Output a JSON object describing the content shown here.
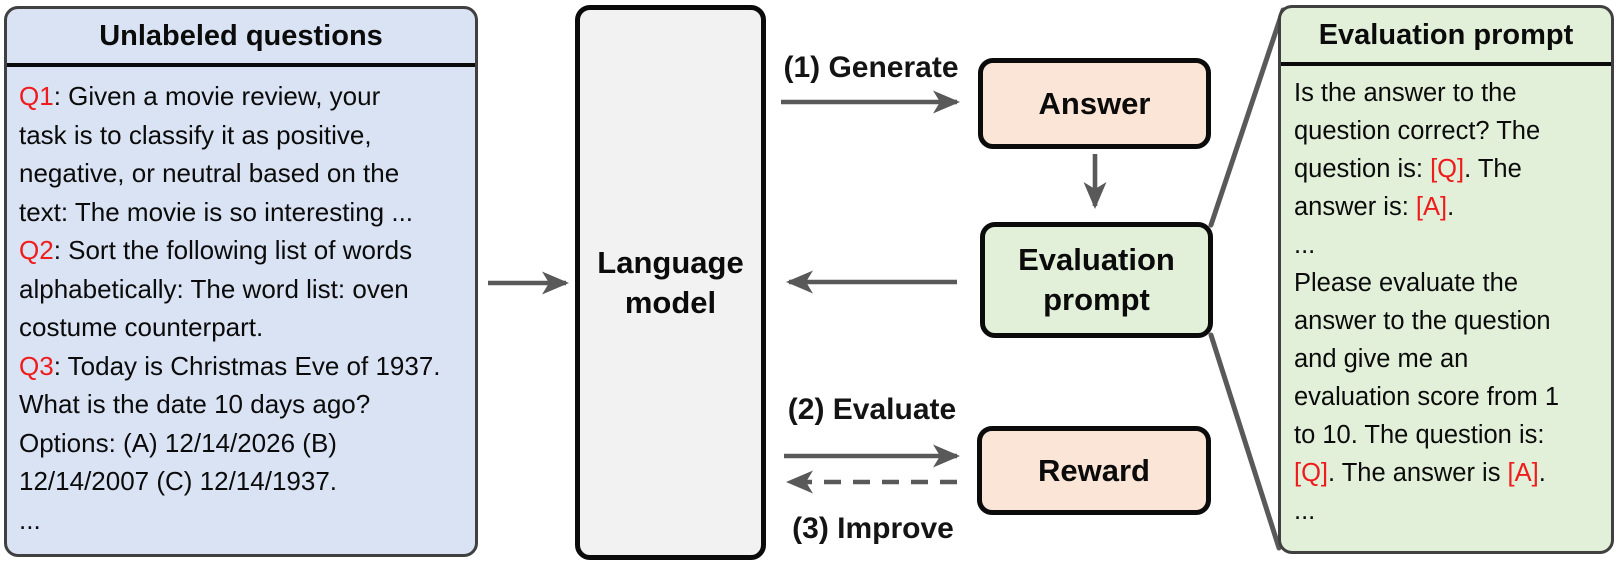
{
  "colors": {
    "panel_blue": "#dae3f3",
    "panel_green": "#e2efd9",
    "box_peach": "#fbe5d6",
    "box_gray": "#f2f2f2",
    "arrow_gray": "#595959",
    "accent_red": "#ee1c1c"
  },
  "left_panel": {
    "title": "Unlabeled questions",
    "segments": [
      {
        "text": "Q1",
        "red": true
      },
      {
        "text": ": Given a movie review, your\ntask is to classify it as positive,\nnegative, or neutral based on the\ntext: The movie is so interesting ...\n",
        "red": false
      },
      {
        "text": "Q2",
        "red": true
      },
      {
        "text": ": Sort the following list of words\nalphabetically: The word list: oven\ncostume counterpart.\n",
        "red": false
      },
      {
        "text": "Q3",
        "red": true
      },
      {
        "text": ": Today is Christmas Eve of 1937.\nWhat is the date 10 days ago?\nOptions: (A) 12/14/2026 (B)\n12/14/2007 (C) 12/14/1937.\n...",
        "red": false
      }
    ]
  },
  "language_model": {
    "label": "Language\nmodel"
  },
  "flow": {
    "generate_label": "(1) Generate",
    "evaluate_label": "(2) Evaluate",
    "improve_label": "(3) Improve",
    "answer_label": "Answer",
    "eval_prompt_label": "Evaluation\nprompt",
    "reward_label": "Reward"
  },
  "right_panel": {
    "title": "Evaluation prompt",
    "segments": [
      {
        "text": "Is the answer to the\nquestion correct? The\nquestion is: ",
        "red": false
      },
      {
        "text": "[Q]",
        "red": true
      },
      {
        "text": ". The\nanswer is: ",
        "red": false
      },
      {
        "text": "[A]",
        "red": true
      },
      {
        "text": ".\n...\nPlease evaluate the\nanswer to the question\nand give me an\nevaluation score from 1\nto 10. The question is:\n",
        "red": false
      },
      {
        "text": "[Q]",
        "red": true
      },
      {
        "text": ". The answer is ",
        "red": false
      },
      {
        "text": "[A]",
        "red": true
      },
      {
        "text": ".\n...",
        "red": false
      }
    ]
  }
}
